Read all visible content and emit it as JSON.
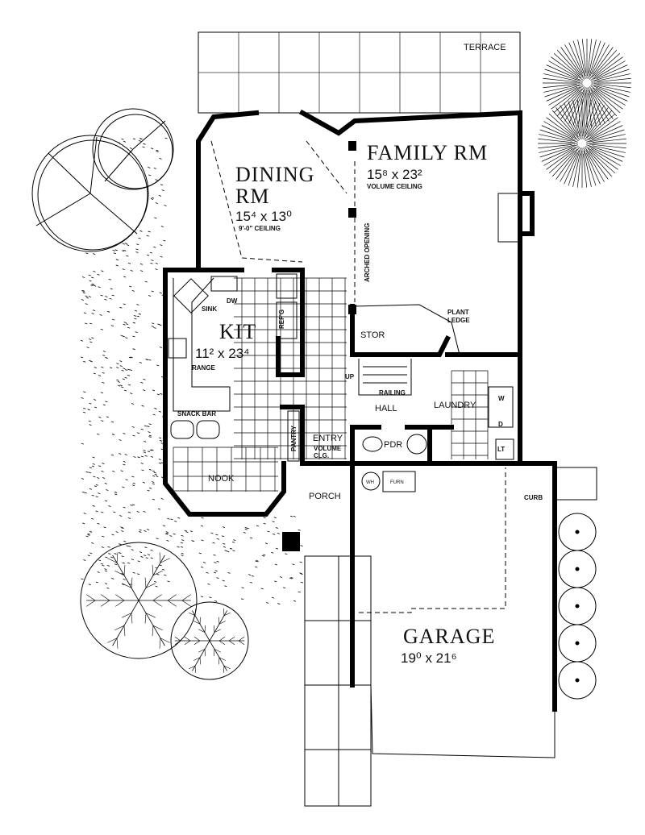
{
  "plan": {
    "terrace": "TERRACE",
    "dining": {
      "name1": "DINING",
      "name2": "RM",
      "dims": "15⁴ x 13⁰",
      "note": "9'-0\" CEILING"
    },
    "family": {
      "name": "FAMILY  RM",
      "dims": "15⁸ x 23²",
      "note": "VOLUME CEILING"
    },
    "arched_opening": "ARCHED OPENING",
    "plant_ledge": {
      "line1": "PLANT",
      "line2": "LEDGE"
    },
    "kitchen": {
      "name": "KIT",
      "dims": "11² x 23⁴",
      "sink": "SINK",
      "dw": "DW",
      "refg": "REF'G",
      "range": "RANGE",
      "snack_bar": "SNACK BAR"
    },
    "stor": "STOR",
    "up": "UP",
    "railing": "RAILING",
    "hall": "HALL",
    "laundry": "LAUNDRY",
    "washer": "W",
    "dryer": "D",
    "lt": "LT",
    "pantry": "PANTRY",
    "entry": {
      "name": "ENTRY",
      "line1": "VOLUME",
      "line2": "CLG."
    },
    "pdr": "PDR",
    "nook": "NOOK",
    "wh": "WH",
    "furn": "FURN",
    "porch": "PORCH",
    "curb": "CURB",
    "garage": {
      "name": "GARAGE",
      "dims": "19⁰ x 21⁶"
    }
  }
}
